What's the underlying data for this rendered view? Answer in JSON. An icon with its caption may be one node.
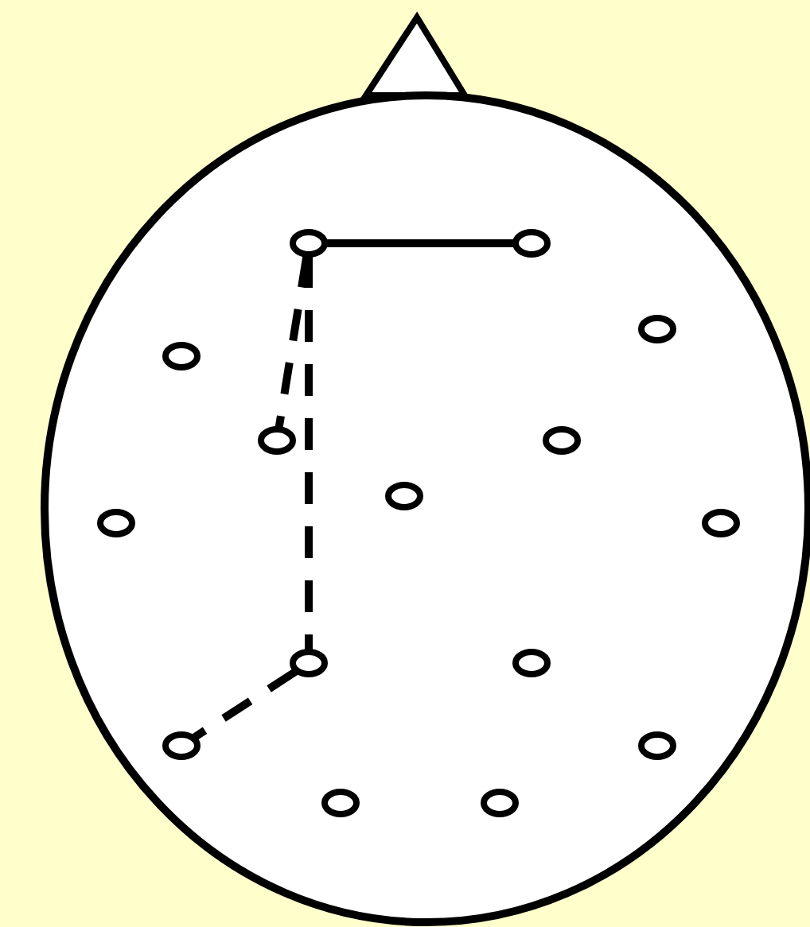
{
  "diagram": {
    "nodes": [
      {
        "text": [],
        "shape": "circle"
      },
      {
        "text": [],
        "shape": "circle",
        "in": 0
      },
      {
        "text": [],
        "shape": "circle",
        "in": 0
      },
      {
        "text": [],
        "shape": "circle",
        "in": 0
      },
      {
        "text": [],
        "shape": "circle",
        "in": 0
      },
      {
        "text": [],
        "shape": "circle",
        "in": 0
      },
      {
        "text": [],
        "shape": "circle",
        "in": 0
      },
      {
        "text": [],
        "shape": "circle",
        "in": 0
      },
      {
        "text": [],
        "shape": "circle",
        "in": 0
      },
      {
        "text": [],
        "shape": "circle",
        "in": 0
      },
      {
        "text": [],
        "shape": "circle",
        "in": 0
      },
      {
        "text": [],
        "shape": "circle",
        "in": 0
      },
      {
        "text": [],
        "shape": "circle",
        "in": 0
      },
      {
        "text": [],
        "shape": "circle",
        "in": 0
      },
      {
        "text": [],
        "shape": "circle",
        "in": 0
      },
      {
        "text": [],
        "shape": "circle",
        "in": 0
      }
    ],
    "edges": [
      {
        "from": 1,
        "to": 2,
        "arrow": "none"
      },
      {
        "from": 1,
        "to": 5,
        "arrow": "none",
        "style": "dashed"
      },
      {
        "from": 1,
        "to": 10,
        "arrow": "none",
        "style": "dashed"
      },
      {
        "from": 10,
        "to": 12,
        "arrow": "none",
        "style": "dashed"
      }
    ]
  }
}
